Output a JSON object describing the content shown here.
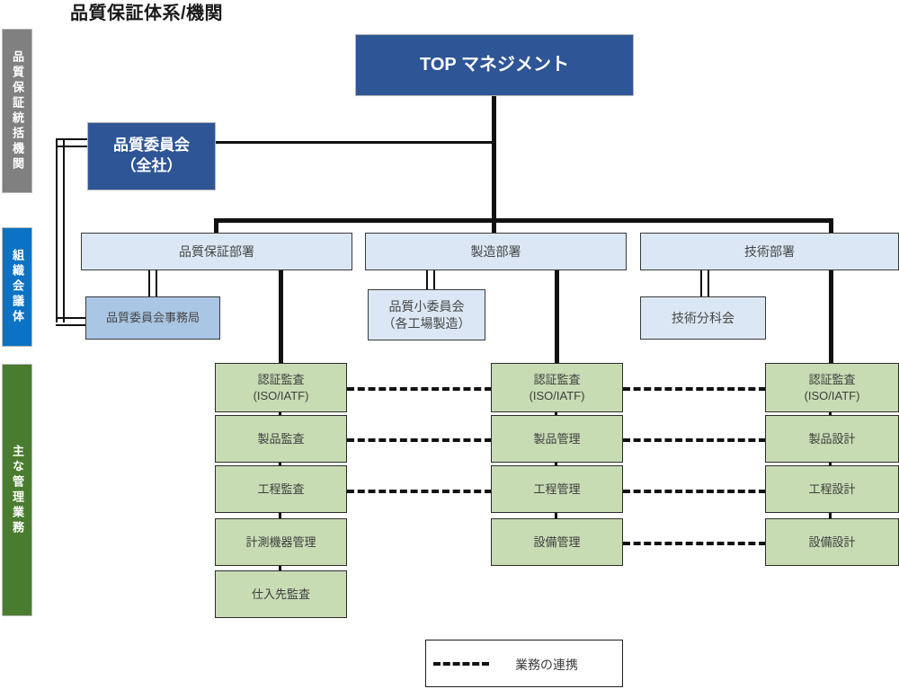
{
  "title": "品質保証体系/機関",
  "rail": {
    "items": [
      {
        "id": "qa-authority",
        "label": "品質保証統括機関",
        "color": "#808080"
      },
      {
        "id": "org-council",
        "label": "組織会議体",
        "color": "#0b72c4"
      },
      {
        "id": "main-duties",
        "label": "主な管理業務",
        "color": "#4a7c2f"
      }
    ]
  },
  "nodes": {
    "top_management": {
      "label": "TOP マネジメント"
    },
    "quality_committee": {
      "line1": "品質委員会",
      "line2": "（全社）"
    },
    "committee_office": {
      "label": "品質委員会事務局"
    },
    "departments": [
      {
        "id": "qa-dept",
        "label": "品質保証部署"
      },
      {
        "id": "mfg-dept",
        "label": "製造部署"
      },
      {
        "id": "tech-dept",
        "label": "技術部署"
      }
    ],
    "subcommittees": [
      {
        "id": "quality-subcommittee",
        "line1": "品質小委員会",
        "line2": "（各工場製造）"
      },
      {
        "id": "tech-subcommittee",
        "line1": "技術分科会",
        "line2": ""
      }
    ]
  },
  "columns": [
    {
      "id": "qa-column",
      "tasks": [
        {
          "id": "qa-cert-audit",
          "line1": "認証監査",
          "line2": "(ISO/IATF)"
        },
        {
          "id": "qa-product-audit",
          "line1": "製品監査",
          "line2": ""
        },
        {
          "id": "qa-process-audit",
          "line1": "工程監査",
          "line2": ""
        },
        {
          "id": "qa-gauge-mgmt",
          "line1": "計測機器管理",
          "line2": ""
        },
        {
          "id": "qa-supplier-audit",
          "line1": "仕入先監査",
          "line2": ""
        }
      ]
    },
    {
      "id": "mfg-column",
      "tasks": [
        {
          "id": "mfg-cert-audit",
          "line1": "認証監査",
          "line2": "(ISO/IATF)"
        },
        {
          "id": "mfg-product-mgmt",
          "line1": "製品管理",
          "line2": ""
        },
        {
          "id": "mfg-process-mgmt",
          "line1": "工程管理",
          "line2": ""
        },
        {
          "id": "mfg-equip-mgmt",
          "line1": "設備管理",
          "line2": ""
        }
      ]
    },
    {
      "id": "tech-column",
      "tasks": [
        {
          "id": "tech-cert-audit",
          "line1": "認証監査",
          "line2": "(ISO/IATF)"
        },
        {
          "id": "tech-product-design",
          "line1": "製品設計",
          "line2": ""
        },
        {
          "id": "tech-process-design",
          "line1": "工程設計",
          "line2": ""
        },
        {
          "id": "tech-equip-design",
          "line1": "設備設計",
          "line2": ""
        }
      ]
    }
  ],
  "legend": {
    "label": "業務の連携"
  },
  "colors": {
    "dark_blue": "#2e5596",
    "light_blue": "#dbe7f4",
    "mid_blue": "#a9c6e4",
    "green": "#c8dcb4",
    "rail_gray": "#808080",
    "rail_blue": "#0b72c4",
    "rail_green": "#4a7c2f",
    "line": "#111111"
  }
}
